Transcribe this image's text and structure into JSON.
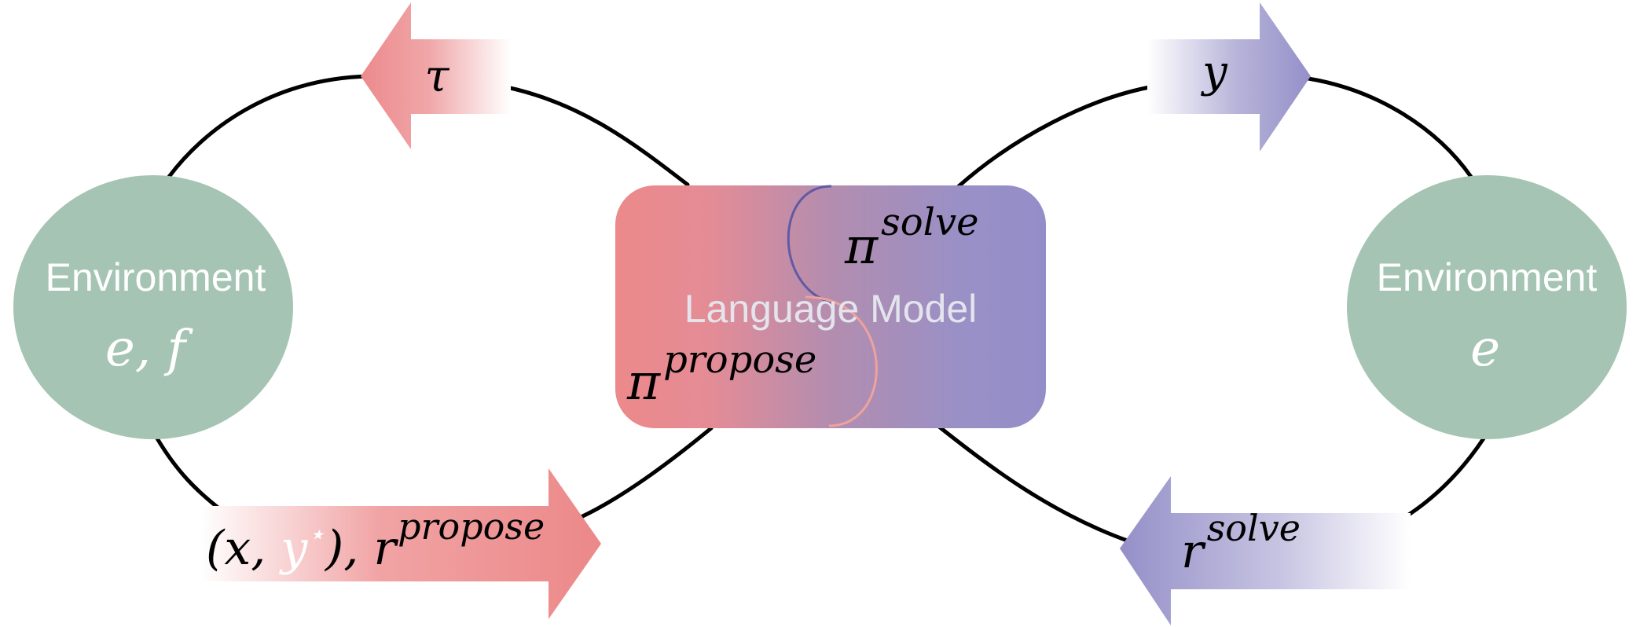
{
  "left_environment": {
    "label": "Environment",
    "vars": "e, f"
  },
  "right_environment": {
    "label": "Environment",
    "vars": "e"
  },
  "language_model": {
    "label": "Language Model",
    "solve_policy": {
      "base": "π",
      "sup": "solve"
    },
    "propose_policy": {
      "base": "π",
      "sup": "propose"
    }
  },
  "arrows": {
    "tau": "τ",
    "y": "y",
    "propose_output": {
      "open": "(x, ",
      "ystar": "y",
      "star": "⋆",
      "close": "), r",
      "sup": "propose"
    },
    "r_solve": {
      "base": "r",
      "sup": "solve"
    }
  },
  "colors": {
    "propose": "#E88A8B",
    "solve": "#9590C8",
    "environment": "#A5C4B3",
    "loop": "#000000",
    "lm_label": "#E4E4EC"
  }
}
